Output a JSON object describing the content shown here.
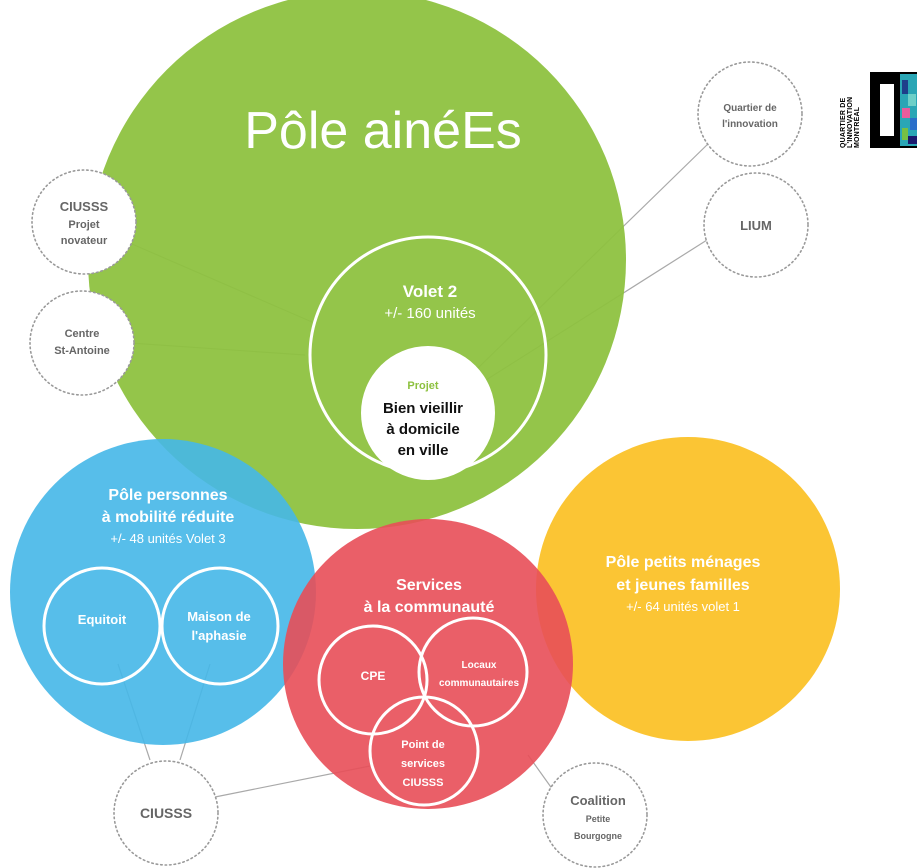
{
  "colors": {
    "green": "#8dc13f",
    "blue": "#45b7e8",
    "red": "#e84e58",
    "yellow": "#fbbf1e",
    "satellite_stroke": "#9a9a9a",
    "projet_accent": "#8dc13f"
  },
  "poles": {
    "aines": {
      "title": "Pôle ainéEs"
    },
    "mobilite": {
      "line1": "Pôle personnes",
      "line2": "à mobilité réduite",
      "line3": "+/- 48 unités Volet 3"
    },
    "services": {
      "line1": "Services",
      "line2": "à la communauté"
    },
    "petits_menages": {
      "line1": "Pôle petits ménages",
      "line2": "et jeunes familles",
      "line3": "+/- 64 unités volet 1"
    }
  },
  "volet2": {
    "title": "Volet 2",
    "units": "+/- 160 unités"
  },
  "projet": {
    "label": "Projet",
    "line1": "Bien vieillir",
    "line2": "à domicile",
    "line3": "en ville"
  },
  "mobilite_sub": {
    "equitoit": "Equitoit",
    "aphasie_1": "Maison de",
    "aphasie_2": "l'aphasie"
  },
  "services_sub": {
    "cpe": "CPE",
    "locaux_1": "Locaux",
    "locaux_2": "communautaires",
    "point_1": "Point de",
    "point_2": "services",
    "point_3": "CIUSSS"
  },
  "partners": {
    "ciusss_projet": {
      "line1": "CIUSSS",
      "line2": "Projet",
      "line3": "novateur"
    },
    "centre": {
      "line1": "Centre",
      "line2": "St-Antoine"
    },
    "quartier": {
      "line1": "Quartier de",
      "line2": "l'innovation"
    },
    "lium": {
      "line1": "LIUM"
    },
    "ciusss": {
      "line1": "CIUSSS"
    },
    "coalition": {
      "line1": "Coalition",
      "line2": "Petite",
      "line3": "Bourgogne"
    }
  },
  "logo": {
    "text": "QUARTIER DE L'INNOVATION MONTRÉAL"
  }
}
